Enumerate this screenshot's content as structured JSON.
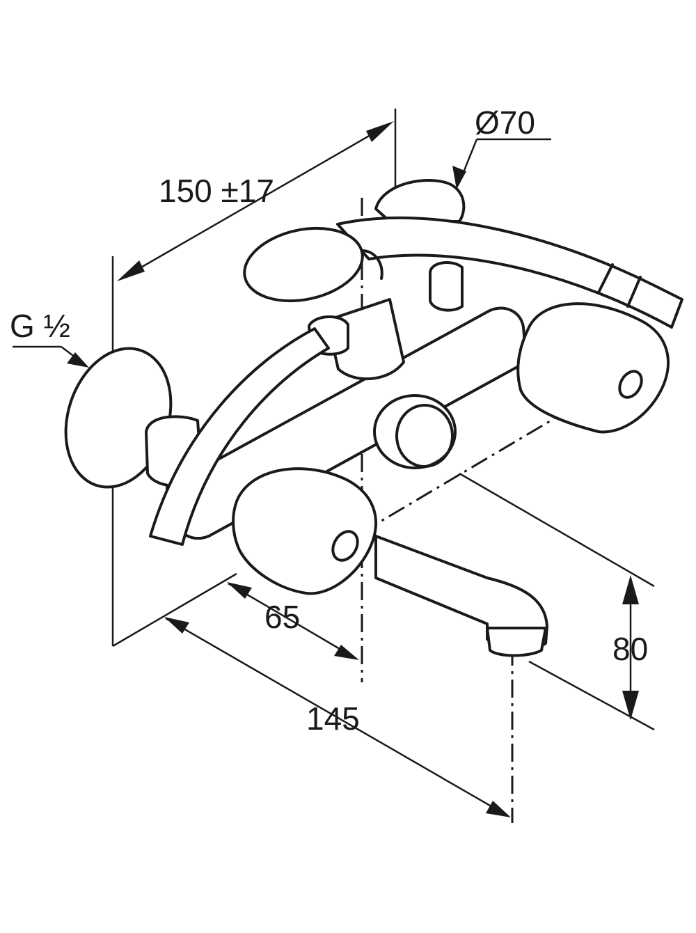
{
  "dimensions": {
    "length_wall": "150 ±17",
    "rosette_diameter": "Ø70",
    "connection_thread": "G ½",
    "spout_projection": "65",
    "total_depth": "145",
    "spout_height": "80"
  }
}
